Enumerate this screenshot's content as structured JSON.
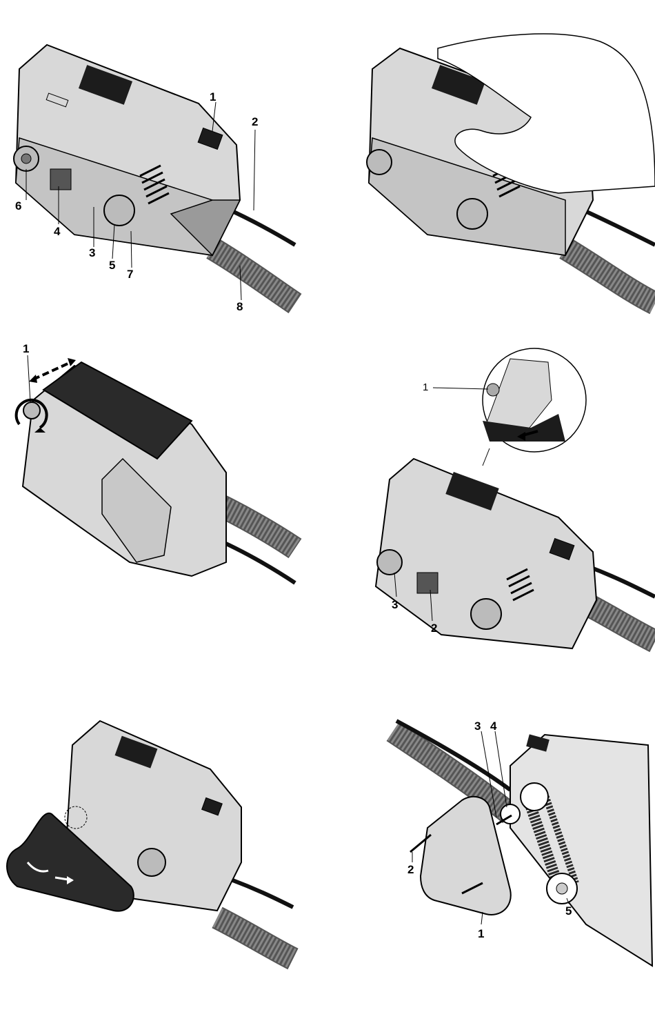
{
  "figure": {
    "panels": [
      {
        "id": "overview",
        "callouts": [
          "1",
          "2",
          "3",
          "4",
          "5",
          "6",
          "7",
          "8"
        ]
      },
      {
        "id": "hand-grip",
        "callouts": []
      },
      {
        "id": "belt-tension",
        "callouts": [
          "1"
        ]
      },
      {
        "id": "belt-tracking",
        "callouts": [
          "1",
          "2",
          "3"
        ]
      },
      {
        "id": "belt-change",
        "callouts": []
      },
      {
        "id": "drive-belt",
        "callouts": [
          "3",
          "4",
          "2",
          "5",
          "1"
        ]
      }
    ]
  },
  "colors": {
    "body": "#d8d8d8",
    "shadow": "#9a9a9a",
    "dark": "#1c1c1c",
    "outline": "#000000",
    "belt": "#2a2a2a"
  },
  "icons": [
    "rotation-arrow-icon",
    "double-arrow-icon",
    "push-arrow-icon",
    "belt-direction-arrow-icon"
  ]
}
